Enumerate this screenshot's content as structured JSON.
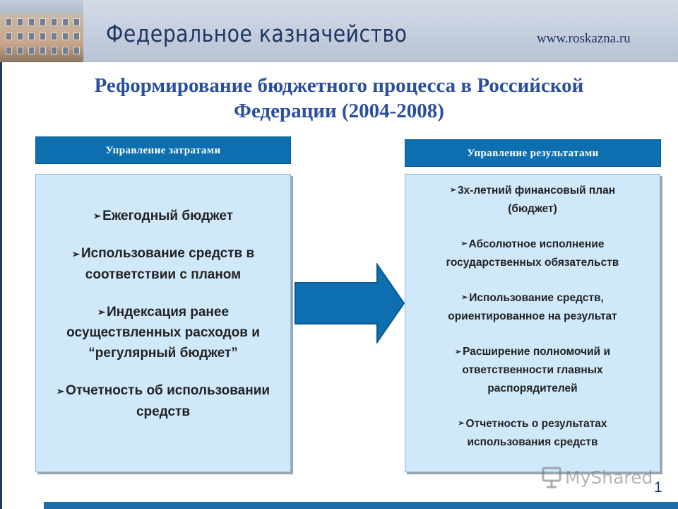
{
  "header": {
    "organization": "Федеральное казначейство",
    "url": "www.roskazna.ru"
  },
  "title": {
    "line1": "Реформирование бюджетного процесса в Российской",
    "line2": "Федерации (2004-2008)"
  },
  "left_column": {
    "heading": "Управление затратами",
    "items": [
      {
        "line1": "Ежегодный бюджет"
      },
      {
        "line1": "Использование средств в",
        "line2": "соответствии с планом"
      },
      {
        "line1": "Индексация ранее",
        "line2": "осуществленных расходов и",
        "line3": "“регулярный бюджет”"
      },
      {
        "line1": "Отчетность об использовании",
        "line2": "средств"
      }
    ]
  },
  "right_column": {
    "heading": "Управление результатами",
    "items": [
      {
        "line1": "3х-летний финансовый план",
        "line2": "(бюджет)"
      },
      {
        "line1": "Абсолютное исполнение",
        "line2": "государственных обязательств"
      },
      {
        "line1": "Использование средств,",
        "line2": "ориентированное на результат"
      },
      {
        "line1": "Расширение полномочий и",
        "line2": "ответственности главных",
        "line3": "распорядителей"
      },
      {
        "line1": "Отчетность о результатах",
        "line2": "использования средств"
      }
    ]
  },
  "bullet_glyph": "➢",
  "watermark": "MyShared",
  "page_number": "1",
  "colors": {
    "heading_blue": "#0e6fb0",
    "box_fill": "#cfe8fa",
    "arrow_blue": "#0e6fb0",
    "title_blue": "#2a4fa0",
    "dark_navy": "#1f3563"
  },
  "icons": {
    "bullet": "arrow-bullet-icon",
    "transition": "right-arrow-icon",
    "watermark_logo": "presentation-board-icon"
  }
}
